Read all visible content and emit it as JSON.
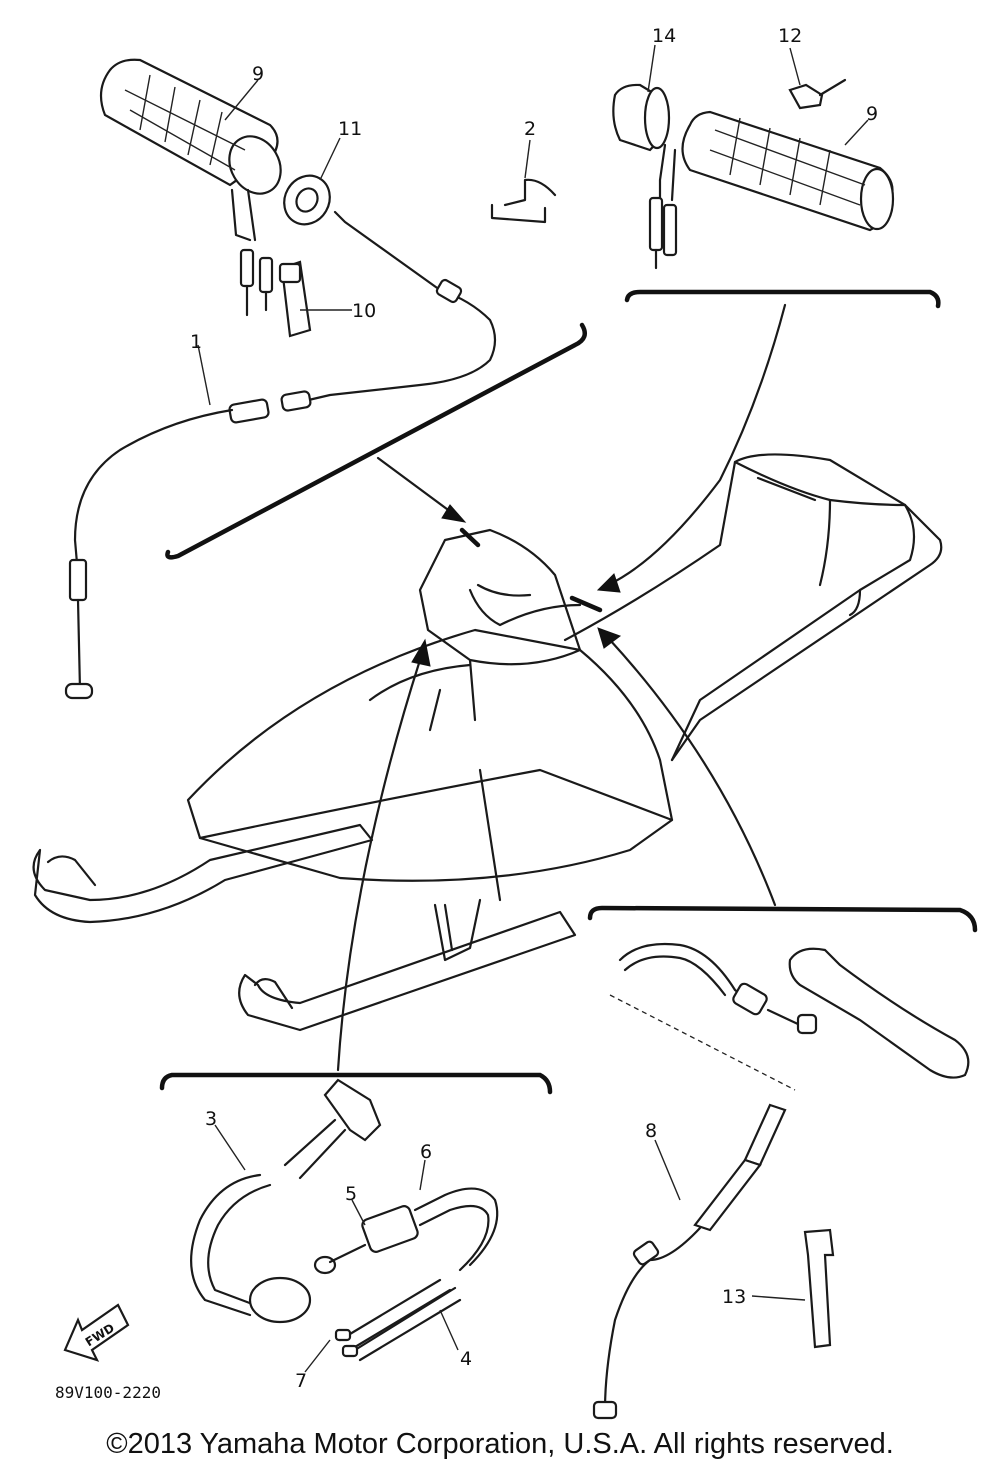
{
  "diagram": {
    "callouts": {
      "c1": "1",
      "c2": "2",
      "c3": "3",
      "c4": "4",
      "c5": "5",
      "c6": "6",
      "c7": "7",
      "c8": "8",
      "c9_left": "9",
      "c9_right": "9",
      "c10": "10",
      "c11": "11",
      "c12": "12",
      "c13": "13",
      "c14": "14"
    },
    "fwd_label": "FWD",
    "reference_code": "89V100-2220"
  },
  "footer": {
    "copyright": "©2013 Yamaha Motor Corporation, U.S.A. All rights reserved."
  }
}
